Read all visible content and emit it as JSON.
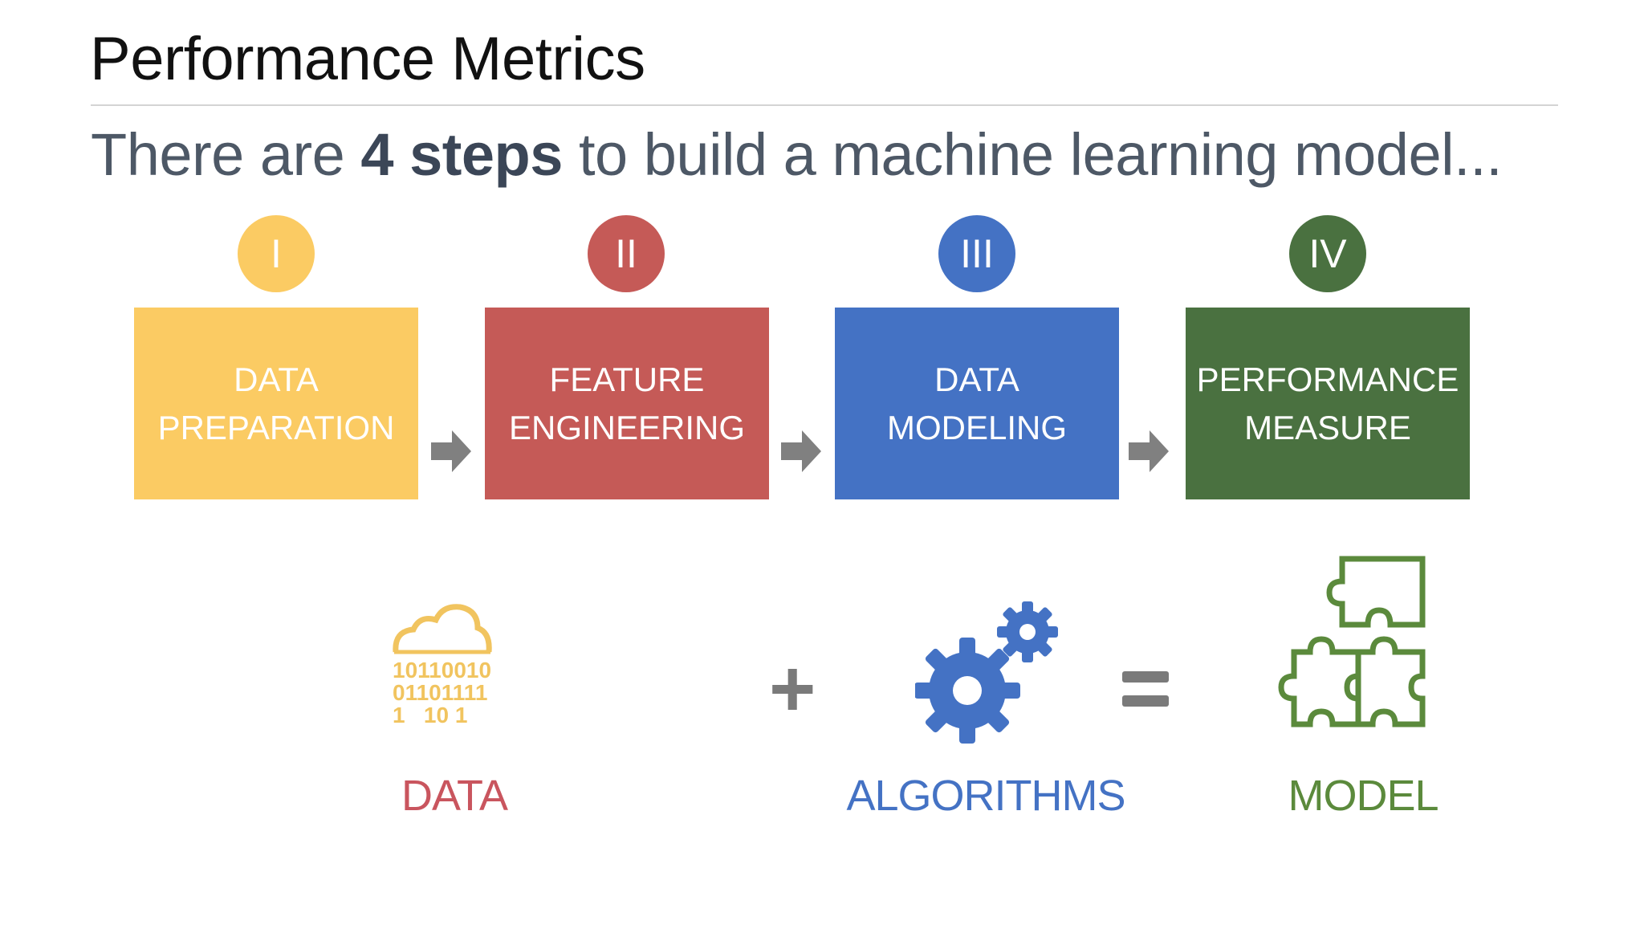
{
  "title": "Performance Metrics",
  "subtitle": {
    "prefix": "There are ",
    "bold": "4 steps",
    "suffix": " to build a machine learning model..."
  },
  "steps": [
    {
      "numeral": "I",
      "line1": "DATA",
      "line2": "PREPARATION",
      "color": "#FBCB63"
    },
    {
      "numeral": "II",
      "line1": "FEATURE",
      "line2": "ENGINEERING",
      "color": "#C55A57"
    },
    {
      "numeral": "III",
      "line1": "DATA",
      "line2": "MODELING",
      "color": "#4472C4"
    },
    {
      "numeral": "IV",
      "line1": "PERFORMANCE",
      "line2": "MEASURE",
      "color": "#4A7140"
    }
  ],
  "equation": {
    "data_label": "DATA",
    "data_digits": [
      "10110010",
      "01101111",
      "1   10 1"
    ],
    "plus": "+",
    "algorithms_label": "ALGORITHMS",
    "equals": "=",
    "model_label": "MODEL"
  },
  "colors": {
    "arrow": "#808080",
    "data": "#C9555E",
    "algorithms": "#4472C4",
    "model": "#5B8A3C"
  }
}
